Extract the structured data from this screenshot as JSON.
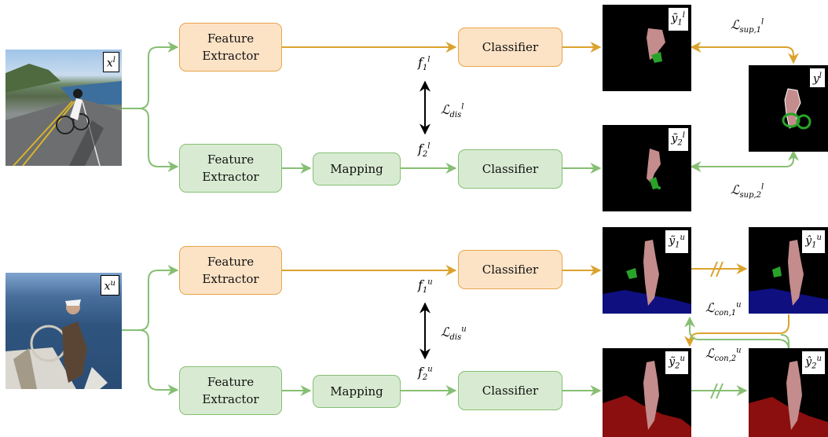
{
  "blocks": {
    "feature_extractor": "Feature Extractor",
    "classifier": "Classifier",
    "mapping": "Mapping"
  },
  "labels": {
    "x_l": "x^l",
    "x_u": "x^u",
    "f1_l": "f_1^l",
    "f2_l": "f_2^l",
    "f1_u": "f_1^u",
    "f2_u": "f_2^u",
    "L_dis_l": "L_dis^l",
    "L_dis_u": "L_dis^u",
    "L_sup1": "L_sup,1^l",
    "L_sup2": "L_sup,2^l",
    "L_con1": "L_con,1^u",
    "L_con2": "L_con,2^u",
    "y1_tilde_l": "ỹ_1^l",
    "y2_tilde_l": "ỹ_2^l",
    "y_l": "y^l",
    "y1_tilde_u": "ỹ_1^u",
    "y2_tilde_u": "ỹ_2^u",
    "y1_hat_u": "ŷ_1^u",
    "y2_hat_u": "ŷ_2^u"
  },
  "colors": {
    "orange_arrow": "#dba32e",
    "green_arrow": "#86bf73",
    "orange_fill": "#fde3c6",
    "green_fill": "#d8ebd2"
  }
}
